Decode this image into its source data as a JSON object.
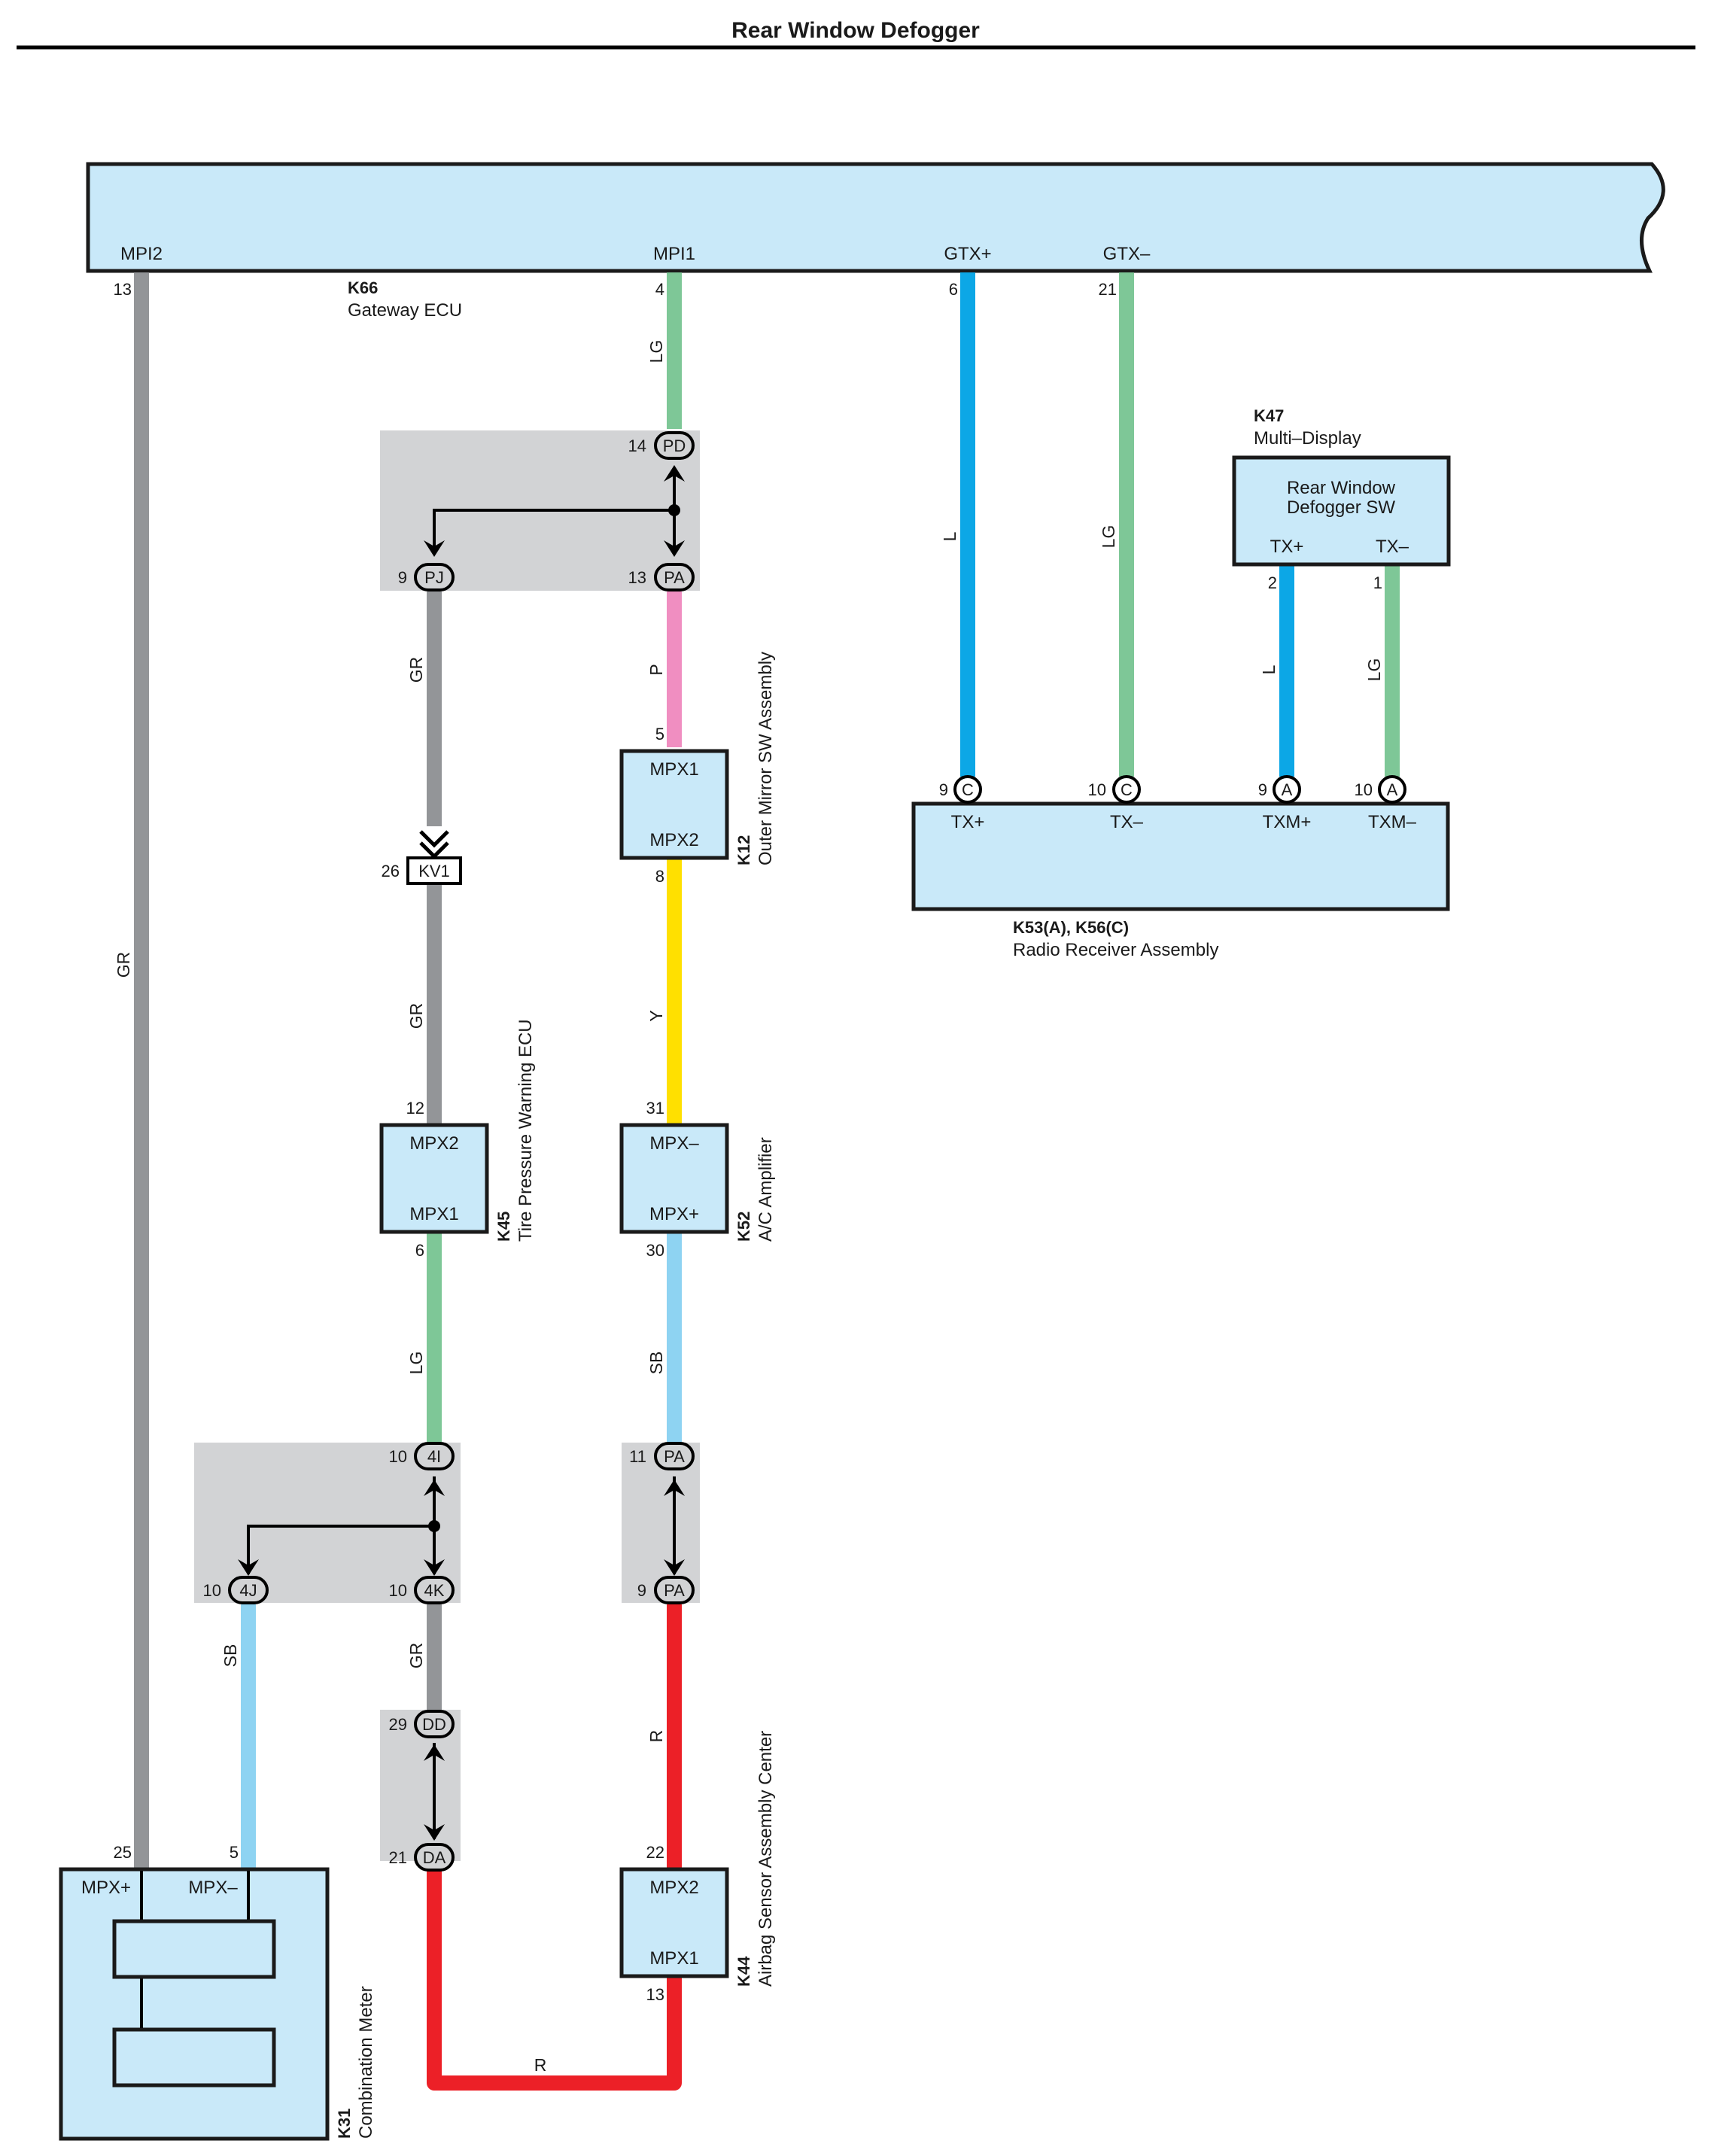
{
  "title": "Rear Window Defogger",
  "gateway": {
    "code": "K66",
    "name": "Gateway ECU",
    "terminals": {
      "mpi2": "MPI2",
      "mpi1": "MPI1",
      "gtx_plus": "GTX+",
      "gtx_minus": "GTX–"
    },
    "pins": {
      "mpi2": "13",
      "mpi1": "4",
      "gtx_plus": "6",
      "gtx_minus": "21"
    }
  },
  "multi_display": {
    "code": "K47",
    "name": "Multi–Display",
    "switch_line1": "Rear Window",
    "switch_line2": "Defogger SW",
    "terminals": {
      "tx_plus": "TX+",
      "tx_minus": "TX–"
    },
    "pins": {
      "tx_plus": "2",
      "tx_minus": "1"
    }
  },
  "radio": {
    "code": "K53(A), K56(C)",
    "name": "Radio Receiver Assembly",
    "terminals": {
      "tx_plus": "TX+",
      "tx_minus": "TX–",
      "txm_plus": "TXM+",
      "txm_minus": "TXM–"
    },
    "pins": {
      "tx_plus": "9",
      "tx_minus": "10",
      "txm_plus": "9",
      "txm_minus": "10"
    },
    "connectors": {
      "tx_plus": "C",
      "tx_minus": "C",
      "txm_plus": "A",
      "txm_minus": "A"
    }
  },
  "outer_mirror": {
    "code": "K12",
    "name": "Outer Mirror SW Assembly",
    "terminals": {
      "top": "MPX1",
      "bottom": "MPX2"
    },
    "pins": {
      "top": "5",
      "bottom": "8"
    }
  },
  "ac_amp": {
    "code": "K52",
    "name": "A/C Amplifier",
    "terminals": {
      "top": "MPX–",
      "bottom": "MPX+"
    },
    "pins": {
      "top": "31",
      "bottom": "30"
    }
  },
  "tire_pressure": {
    "code": "K45",
    "name": "Tire Pressure Warning ECU",
    "terminals": {
      "top": "MPX2",
      "bottom": "MPX1"
    },
    "pins": {
      "top": "12",
      "bottom": "6"
    }
  },
  "airbag": {
    "code": "K44",
    "name": "Airbag Sensor Assembly Center",
    "terminals": {
      "top": "MPX2",
      "bottom": "MPX1"
    },
    "pins": {
      "top": "22",
      "bottom": "13"
    }
  },
  "combination_meter": {
    "code": "K31",
    "name": "Combination Meter",
    "terminals": {
      "mpx_plus": "MPX+",
      "mpx_minus": "MPX–"
    },
    "pins": {
      "mpx_plus": "25",
      "mpx_minus": "5"
    }
  },
  "connectors": {
    "pd": {
      "label": "PD",
      "pin": "14"
    },
    "pj": {
      "label": "PJ",
      "pin": "9"
    },
    "pa_top": {
      "label": "PA",
      "pin": "13"
    },
    "kv1": {
      "label": "KV1",
      "pin": "26"
    },
    "c4i": {
      "label": "4I",
      "pin": "10"
    },
    "c4j": {
      "label": "4J",
      "pin": "10"
    },
    "c4k": {
      "label": "4K",
      "pin": "10"
    },
    "pa11": {
      "label": "PA",
      "pin": "11"
    },
    "pa9": {
      "label": "PA",
      "pin": "9"
    },
    "dd": {
      "label": "DD",
      "pin": "29"
    },
    "da": {
      "label": "DA",
      "pin": "21"
    }
  },
  "wire_labels": {
    "mpi2_gr": "GR",
    "mpi1_lg": "LG",
    "gtx_plus_l": "L",
    "gtx_minus_lg": "LG",
    "md_l": "L",
    "md_lg": "LG",
    "pj_gr": "GR",
    "pa_p": "P",
    "kv1_gr": "GR",
    "mirror_y": "Y",
    "tpw_lg": "LG",
    "ac_sb": "SB",
    "meter_sb": "SB",
    "c4k_gr": "GR",
    "pa_r": "R",
    "bottom_r": "R"
  },
  "colors": {
    "ecu_fill": "#c9e9f9",
    "splice_gray": "#d2d3d5",
    "gr": "#939598",
    "lg": "#7ec797",
    "l": "#0ca7e6",
    "sb": "#8ed3f2",
    "p": "#f08ec1",
    "y": "#ffe000",
    "r": "#ec2027"
  }
}
